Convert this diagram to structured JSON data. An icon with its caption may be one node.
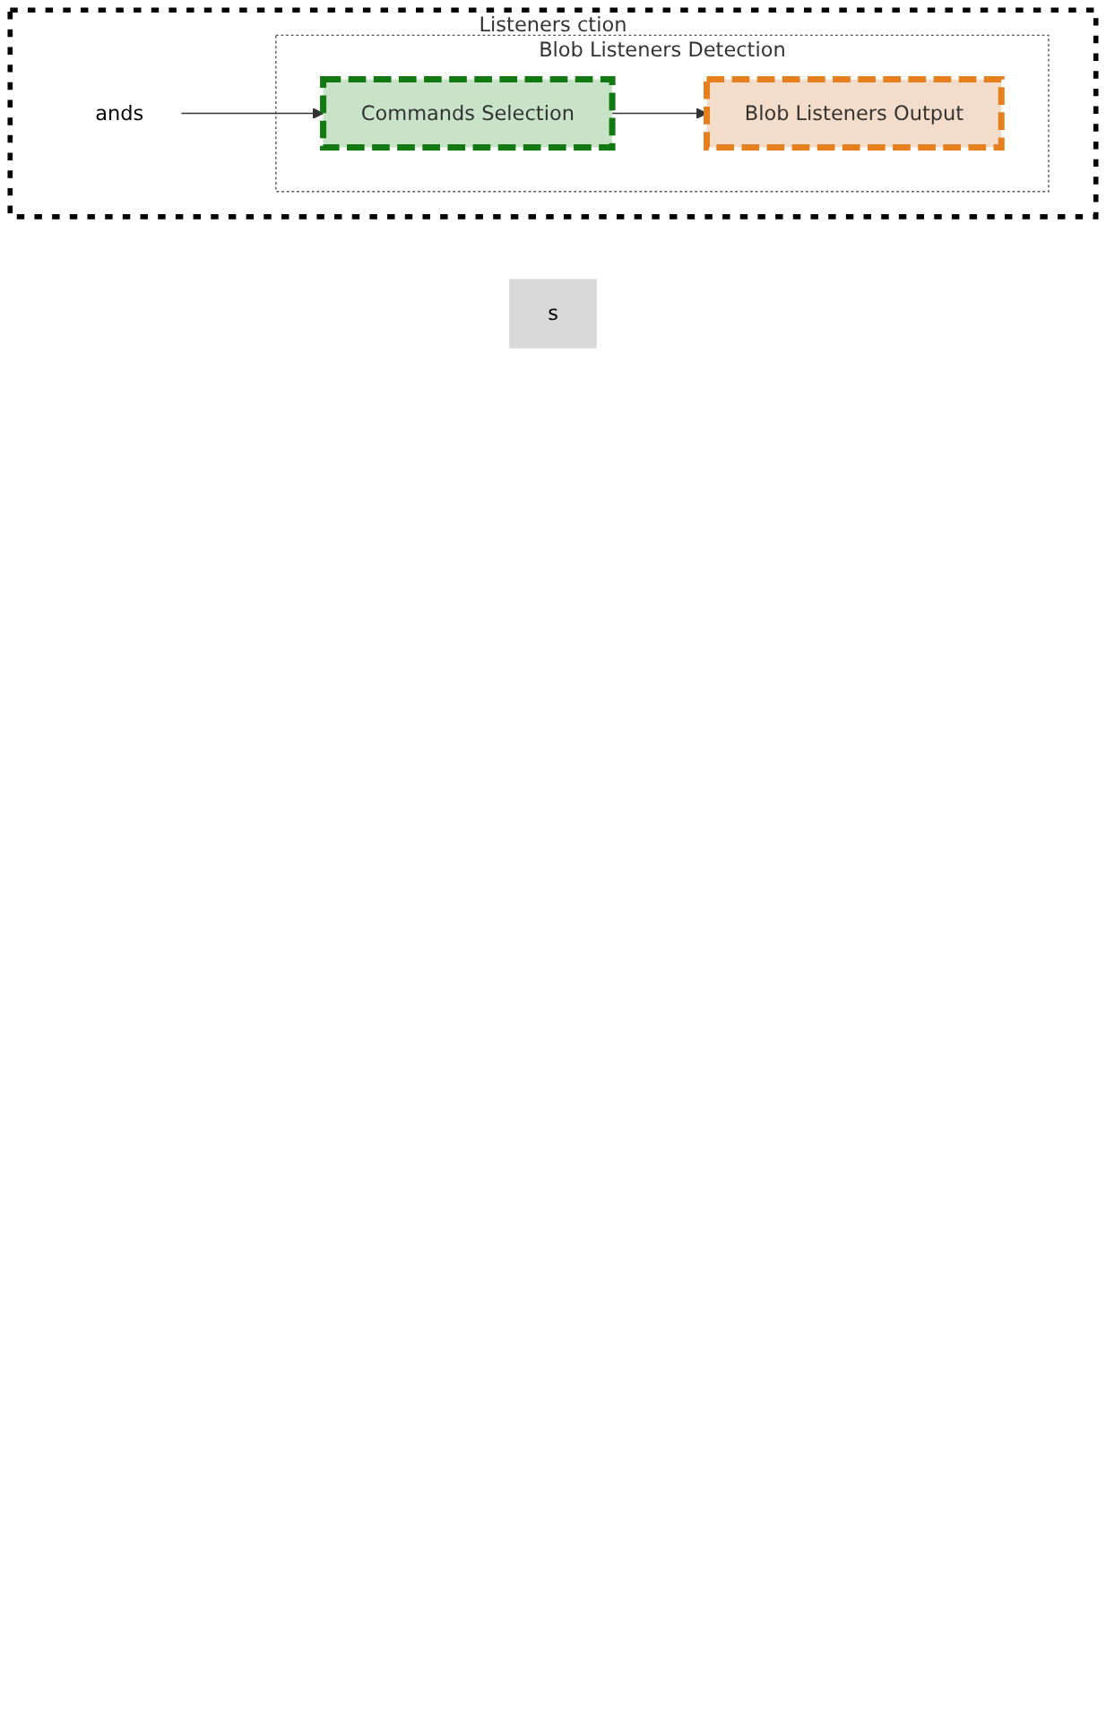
{
  "diagram": {
    "nodes": [
      {
        "text": [
          "s"
        ]
      },
      {
        "text": [
          "Listeners ction"
        ]
      },
      {
        "text": [
          "Blob Listeners Detection"
        ],
        "in": 1
      },
      {
        "text": [
          "Blob Listeners Output"
        ],
        "in": 2
      },
      {
        "text": [
          "Commands Selection"
        ],
        "in": 2
      },
      {
        "text": [
          "ands"
        ],
        "in": 1
      }
    ],
    "edges": [
      {
        "from": 4,
        "to": 3,
        "arrow": "to"
      },
      {
        "from": 5,
        "to": 4,
        "arrow": "to"
      }
    ]
  }
}
